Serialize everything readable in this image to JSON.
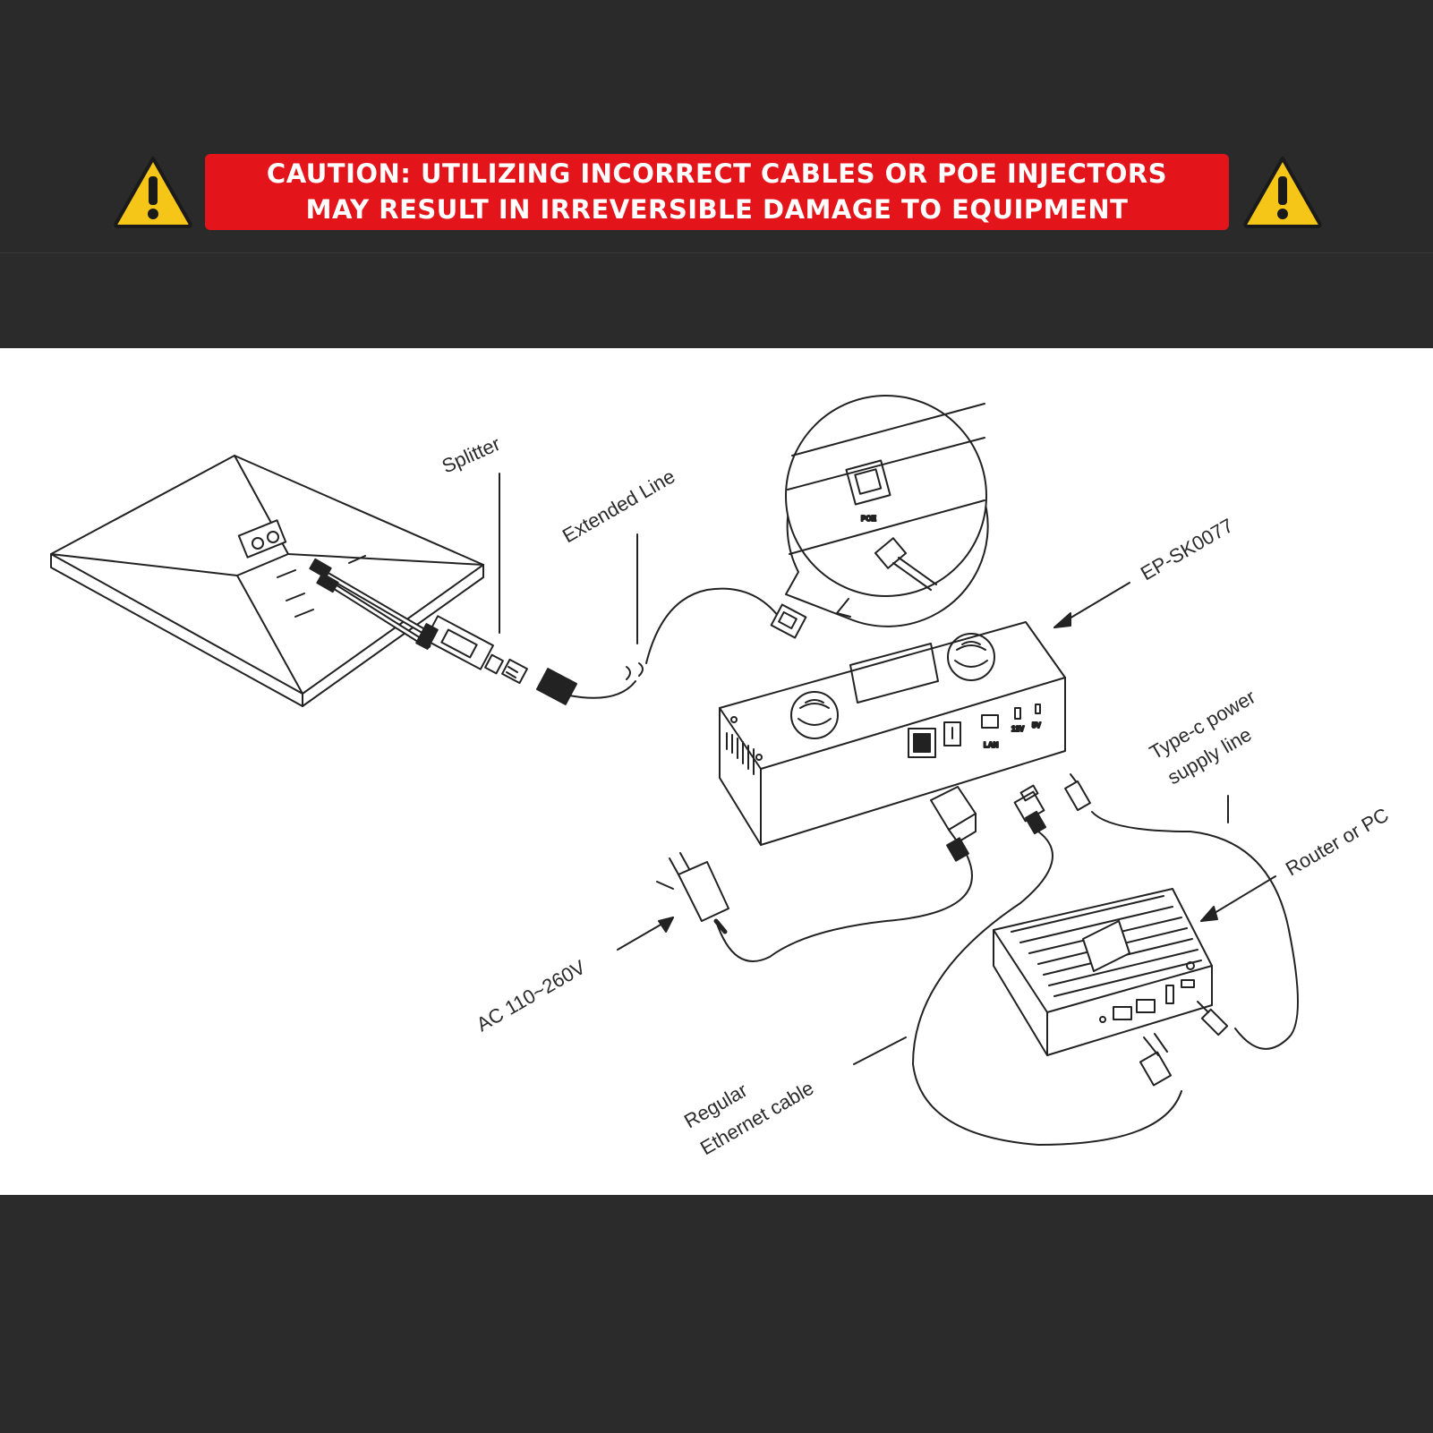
{
  "caution": {
    "line1": "CAUTION: UTILIZING INCORRECT CABLES OR POE INJECTORS",
    "line2": "MAY RESULT IN IRREVERSIBLE DAMAGE TO EQUIPMENT",
    "box_color": "#e4141b",
    "icon": "warning-triangle-icon",
    "icon_color": "#f5c518"
  },
  "diagram": {
    "labels": {
      "splitter": "Splitter",
      "extended_line": "Extended Line",
      "model": "EP-SK0077",
      "type_c_line1": "Type-c power",
      "type_c_line2": "supply line",
      "router": "Router or PC",
      "ac": "AC 110~260V",
      "ethernet_line1": "Regular",
      "ethernet_line2": "Ethernet cable"
    },
    "port_labels": {
      "poe": "POE",
      "lan": "LAN",
      "v12": "12V",
      "v5": "5V"
    }
  }
}
